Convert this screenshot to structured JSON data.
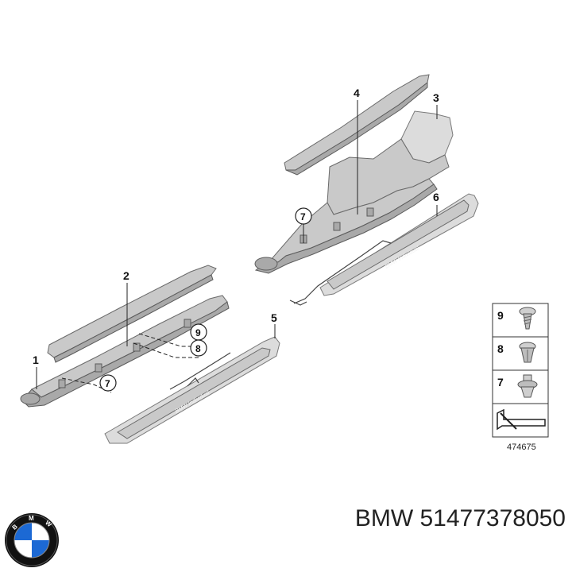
{
  "diagram": {
    "callouts": {
      "c1": "1",
      "c2": "2",
      "c3": "3",
      "c4": "4",
      "c5": "5",
      "c6": "6",
      "c7a": "7",
      "c7b": "7",
      "c8": "8",
      "c9": "9"
    },
    "embossed_text": {
      "sill_front": "BMW Individual",
      "sill_rear": "BMW Individual"
    },
    "legend": {
      "items": [
        {
          "number": "9",
          "part": "screw"
        },
        {
          "number": "8",
          "part": "expanding-rivet"
        },
        {
          "number": "7",
          "part": "clip"
        }
      ],
      "diagram_number": "474675"
    }
  },
  "brand": {
    "logo_letters": "BMW",
    "caption": "BMW 51477378050"
  },
  "colors": {
    "part_fill": "#c9c9c9",
    "part_dark": "#a9a9a9",
    "outline": "#6a6a6a",
    "logo_blue": "#1c69d4",
    "logo_black": "#111111"
  }
}
